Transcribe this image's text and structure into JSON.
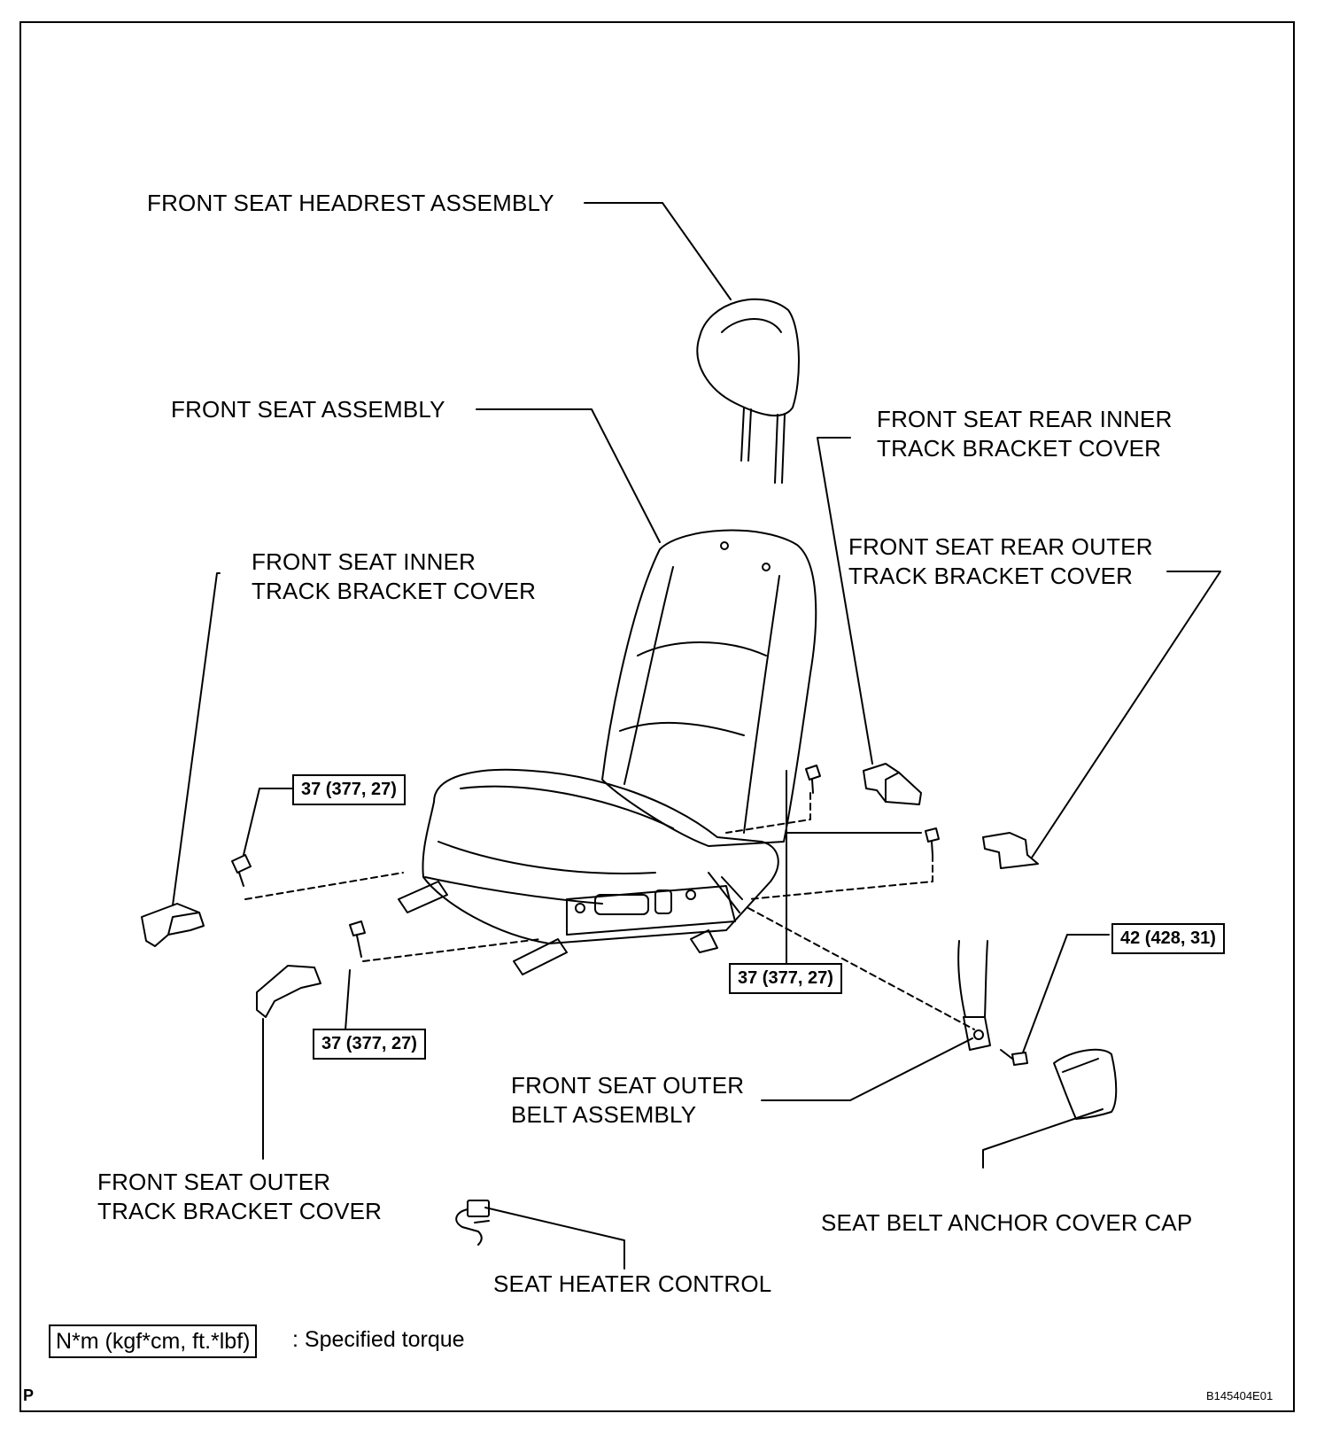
{
  "labels": {
    "headrest": "FRONT SEAT HEADREST ASSEMBLY",
    "seat_assembly": "FRONT SEAT ASSEMBLY",
    "rear_inner_cover_1": "FRONT SEAT REAR INNER",
    "rear_inner_cover_2": "TRACK BRACKET COVER",
    "rear_outer_cover_1": "FRONT SEAT REAR OUTER",
    "rear_outer_cover_2": "TRACK BRACKET COVER",
    "inner_cover_1": "FRONT SEAT INNER",
    "inner_cover_2": "TRACK BRACKET COVER",
    "outer_belt_1": "FRONT SEAT OUTER",
    "outer_belt_2": "BELT ASSEMBLY",
    "outer_cover_1": "FRONT SEAT OUTER",
    "outer_cover_2": "TRACK BRACKET COVER",
    "anchor_cap": "SEAT BELT ANCHOR COVER CAP",
    "heater_control": "SEAT HEATER CONTROL"
  },
  "torques": {
    "left_upper": "37 (377, 27)",
    "right_middle": "37 (377, 27)",
    "left_lower": "37 (377, 27)",
    "belt_anchor": "42 (428, 31)"
  },
  "legend": {
    "unit": "N*m (kgf*cm, ft.*lbf)",
    "description": ": Specified torque"
  },
  "corner_mark": "P",
  "figure_code": "B145404E01"
}
